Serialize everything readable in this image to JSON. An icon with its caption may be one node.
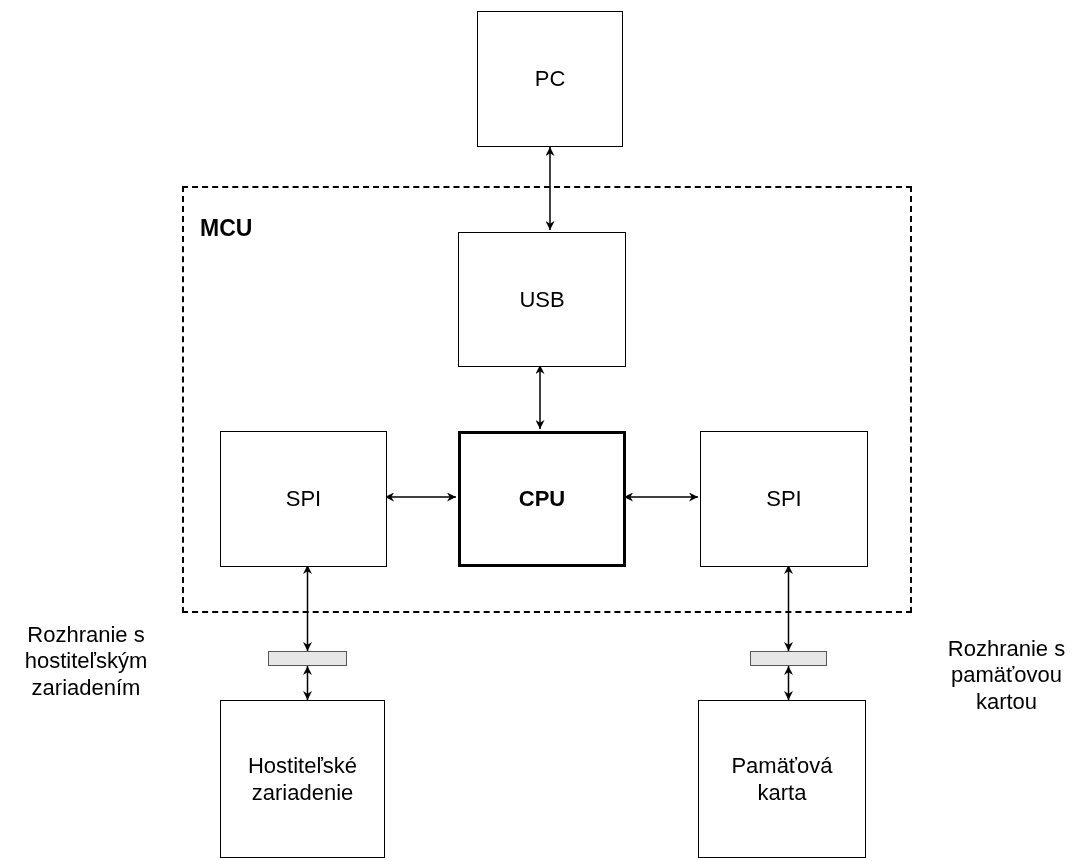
{
  "diagram": {
    "nodes": [
      {
        "text": [
          "PC"
        ]
      },
      {
        "text": [
          "MCU"
        ]
      },
      {
        "text": [
          "USB"
        ],
        "in": 1
      },
      {
        "text": [
          "SPI"
        ],
        "in": 1
      },
      {
        "text": [
          "CPU"
        ],
        "in": 1
      },
      {
        "text": [
          "SPI"
        ],
        "in": 1
      },
      {
        "text": [],
        "shape": "bar"
      },
      {
        "text": [],
        "shape": "bar"
      },
      {
        "text": [
          "Hostiteľské zariadenie"
        ]
      },
      {
        "text": [
          "Pamäťová karta"
        ]
      }
    ],
    "edges": [
      {
        "from": 0,
        "to": 2,
        "arrow": "both"
      },
      {
        "from": 2,
        "to": 4,
        "arrow": "both"
      },
      {
        "from": 3,
        "to": 4,
        "arrow": "both"
      },
      {
        "from": 4,
        "to": 5,
        "arrow": "both"
      },
      {
        "from": 3,
        "to": 6,
        "arrow": "both"
      },
      {
        "from": 6,
        "to": 8,
        "arrow": "both"
      },
      {
        "from": 5,
        "to": 7,
        "arrow": "both"
      },
      {
        "from": 7,
        "to": 9,
        "arrow": "both"
      }
    ],
    "labels": [
      "Rozhranie s hostiteľským zariadením",
      "Rozhranie s pamäťovou kartou"
    ]
  }
}
